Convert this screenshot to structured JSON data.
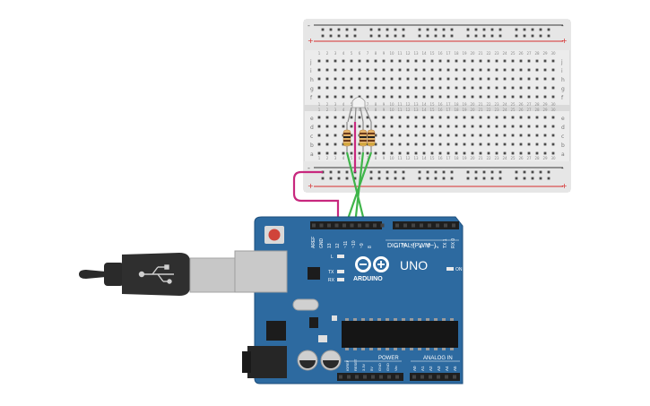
{
  "breadboard": {
    "row_letters_top": [
      "j",
      "i",
      "h",
      "g",
      "f"
    ],
    "row_letters_bottom": [
      "e",
      "d",
      "c",
      "b",
      "a"
    ],
    "rail_minus": "-",
    "rail_plus": "+",
    "column_numbers": [
      "1",
      "2",
      "3",
      "4",
      "5",
      "6",
      "7",
      "8",
      "9",
      "10",
      "11",
      "12",
      "13",
      "14",
      "15",
      "16",
      "17",
      "18",
      "19",
      "20",
      "21",
      "22",
      "23",
      "24",
      "25",
      "26",
      "27",
      "28",
      "29",
      "30"
    ]
  },
  "arduino": {
    "brand": "UNO",
    "sub_brand": "ARDUINO",
    "digital_label": "DIGITAL (PWM~)",
    "power_label": "POWER",
    "analog_label": "ANALOG IN",
    "on_label": "ON",
    "led_labels": [
      "L",
      "TX",
      "RX"
    ],
    "digital_pins": [
      "AREF",
      "GND",
      "13",
      "12",
      "~11",
      "~10",
      "~9",
      "8",
      "7",
      "~6",
      "~5",
      "4",
      "~3",
      "2",
      "TX 1",
      "RX 0"
    ],
    "power_pins": [
      "IOREF",
      "RESET",
      "3.3V",
      "5V",
      "GND",
      "GND",
      "Vin"
    ],
    "analog_pins": [
      "A0",
      "A1",
      "A2",
      "A3",
      "A4",
      "A5"
    ]
  },
  "colors": {
    "board_blue": "#2d6aa0",
    "board_edge": "#1e4f7c",
    "breadboard_body": "#e8e8e8",
    "rail_red": "#d62f2f",
    "rail_dark": "#3a3a3a",
    "wire_green": "#3fb54a",
    "wire_magenta": "#c8287e",
    "resistor_body": "#e4b36a",
    "usb_black": "#2a2a2a",
    "usb_gray": "#bdbdbd",
    "reset_red": "#d0443a"
  }
}
